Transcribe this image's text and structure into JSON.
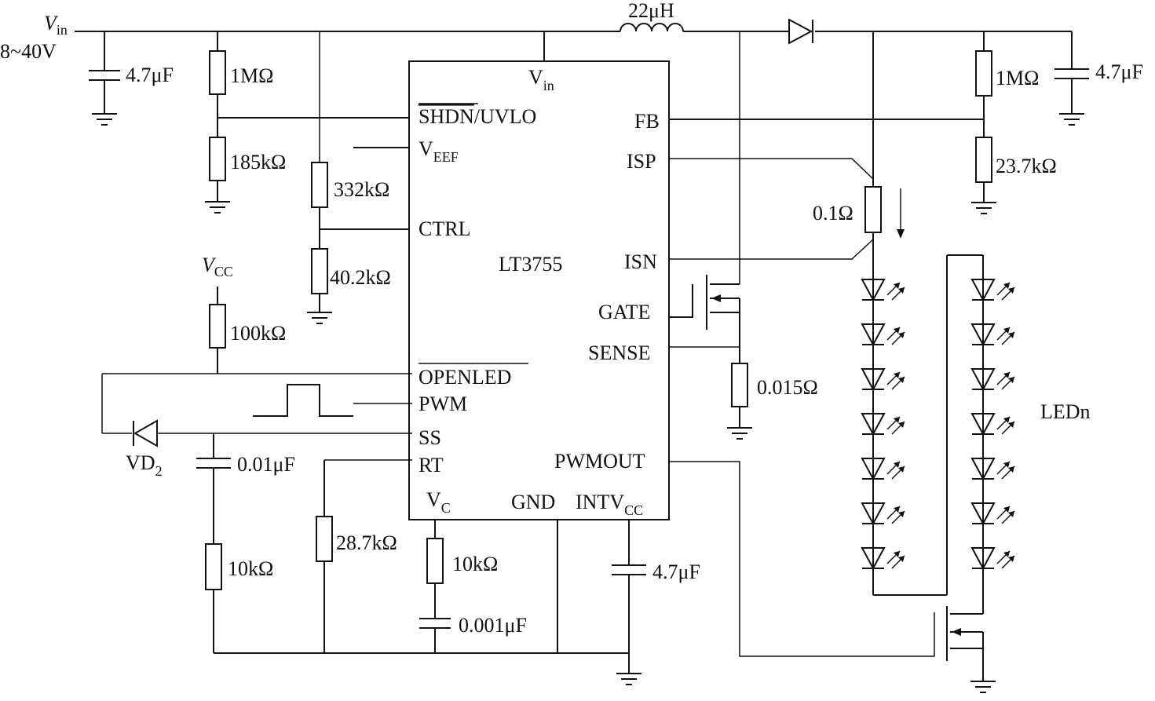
{
  "circuit": {
    "supply": {
      "label": "V",
      "sub": "in",
      "range": "8~40V"
    },
    "ic": {
      "part": "LT3755",
      "pins": {
        "vin": "V",
        "vin_sub": "in",
        "shdn": "SHDN",
        "uvlo": "/UVLO",
        "vref": "V",
        "vref_sub": "EEF",
        "ctrl": "CTRL",
        "openled": "OPENLED",
        "pwm": "PWM",
        "ss": "SS",
        "rt": "RT",
        "vc": "V",
        "vc_sub": "C",
        "gnd": "GND",
        "intvcc": "INTV",
        "intvcc_sub": "CC",
        "fb": "FB",
        "isp": "ISP",
        "isn": "ISN",
        "gate": "GATE",
        "sense": "SENSE",
        "pwmout": "PWMOUT"
      }
    },
    "vcc": {
      "label": "V",
      "sub": "CC"
    },
    "components": {
      "c_in": "4.7μF",
      "r_1m_in": "1MΩ",
      "r_185k": "185kΩ",
      "r_332k": "332kΩ",
      "r_40k2": "40.2kΩ",
      "r_100k": "100kΩ",
      "c_ss": "0.01μF",
      "r_10k_ss": "10kΩ",
      "r_rt": "28.7kΩ",
      "r_vc": "10kΩ",
      "c_vc": "0.001μF",
      "c_intvcc": "4.7μF",
      "inductor": "22μH",
      "r_sense": "0.015Ω",
      "r_led": "0.1Ω",
      "r_1m_out": "1MΩ",
      "r_23k7": "23.7kΩ",
      "c_out": "4.7μF",
      "diode_vd2": "VD",
      "diode_vd2_sub": "2",
      "leds": "LEDn"
    }
  }
}
